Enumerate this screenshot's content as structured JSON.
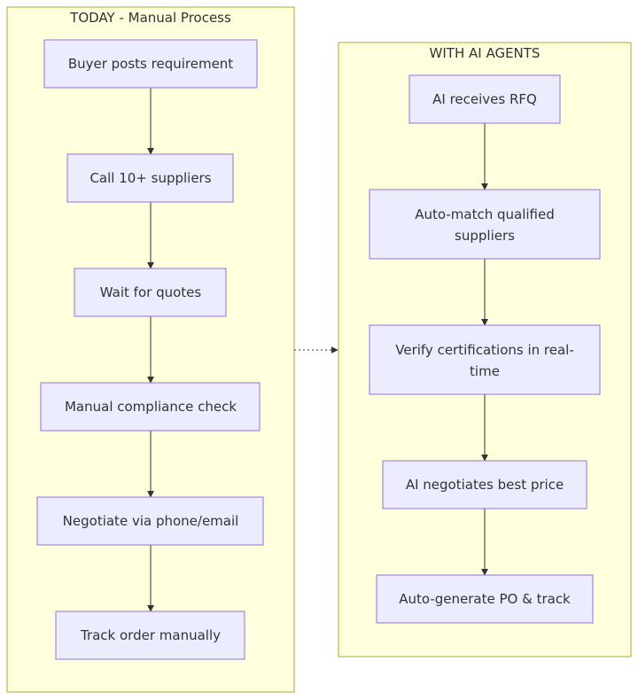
{
  "subgraphs": [
    {
      "id": "today",
      "title": "TODAY - Manual Process",
      "nodes": [
        {
          "lines": [
            "Buyer posts requirement"
          ]
        },
        {
          "lines": [
            "Call 10+ suppliers"
          ]
        },
        {
          "lines": [
            "Wait for quotes"
          ]
        },
        {
          "lines": [
            "Manual compliance check"
          ]
        },
        {
          "lines": [
            "Negotiate via phone/email"
          ]
        },
        {
          "lines": [
            "Track order manually"
          ]
        }
      ]
    },
    {
      "id": "ai",
      "title": "WITH AI AGENTS",
      "nodes": [
        {
          "lines": [
            "AI receives RFQ"
          ]
        },
        {
          "lines": [
            "Auto-match qualified",
            "suppliers"
          ]
        },
        {
          "lines": [
            "Verify certifications in real-",
            "time"
          ]
        },
        {
          "lines": [
            "AI negotiates best price"
          ]
        },
        {
          "lines": [
            "Auto-generate PO & track"
          ]
        }
      ]
    }
  ],
  "links": [
    {
      "from": "today",
      "to": "ai",
      "style": "dotted"
    }
  ]
}
